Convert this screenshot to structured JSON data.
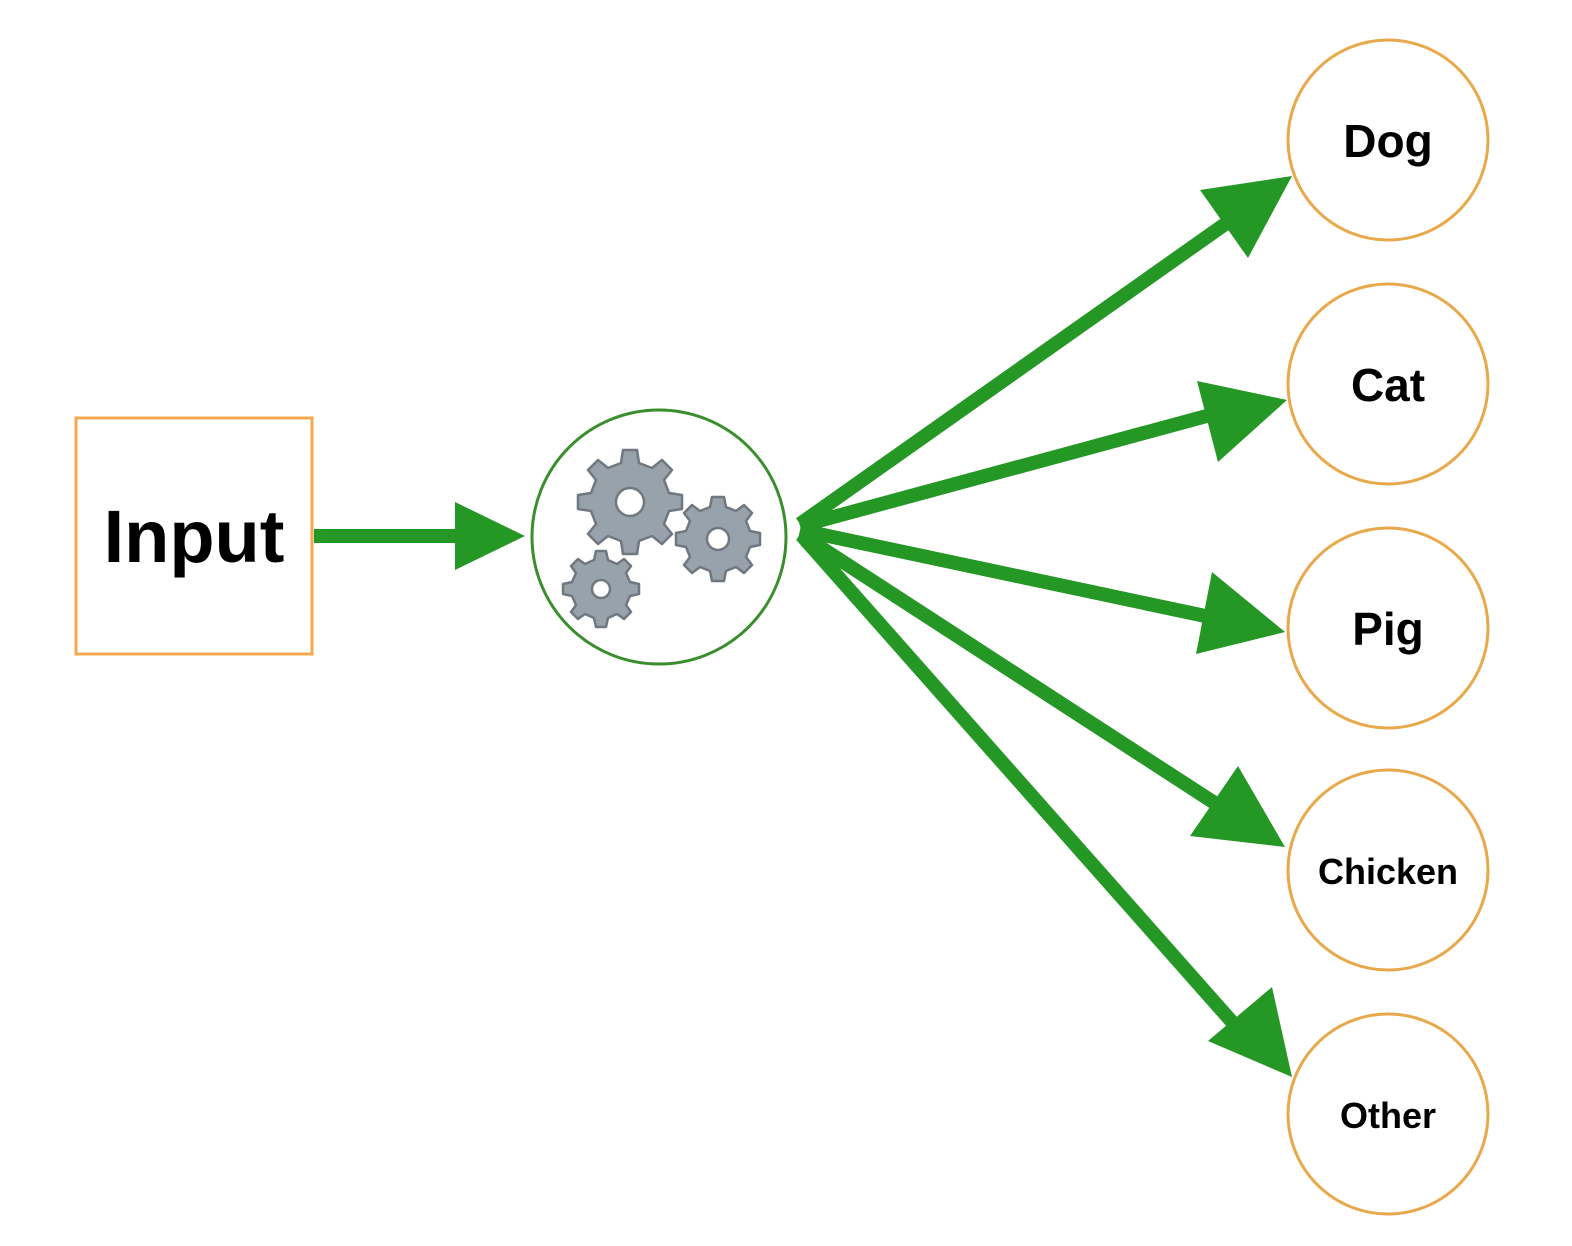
{
  "input": {
    "label": "Input"
  },
  "processor": {
    "icon": "gears-icon"
  },
  "outputs": [
    {
      "label": "Dog"
    },
    {
      "label": "Cat"
    },
    {
      "label": "Pig"
    },
    {
      "label": "Chicken"
    },
    {
      "label": "Other"
    }
  ],
  "colors": {
    "arrow": "#259725",
    "box_border": "#f5a94e",
    "output_border": "#e8a84b",
    "processor_border": "#3a8e2e",
    "gear_fill": "#98a2aa",
    "gear_stroke": "#6f7880"
  }
}
